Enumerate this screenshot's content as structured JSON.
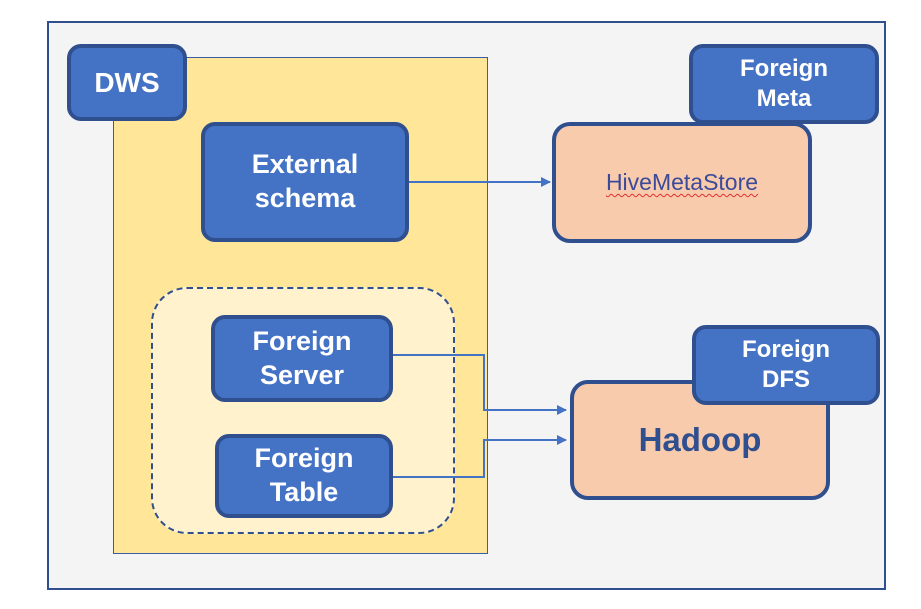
{
  "diagram": {
    "dws_label": "DWS",
    "external_schema_label": "External\nschema",
    "foreign_server_label": "Foreign\nServer",
    "foreign_table_label": "Foreign\nTable",
    "foreign_meta_label": "Foreign\nMeta",
    "hive_metastore_label": "HiveMetaStore",
    "hadoop_label": "Hadoop",
    "foreign_dfs_label": "Foreign\nDFS"
  },
  "colors": {
    "box_blue": "#4472c4",
    "box_border": "#2f4f8f",
    "dws_fill": "#ffe699",
    "group_fill": "#fff2cc",
    "target_fill": "#f8cbad",
    "arrow": "#4472c4",
    "background": "#f4f4f4"
  }
}
